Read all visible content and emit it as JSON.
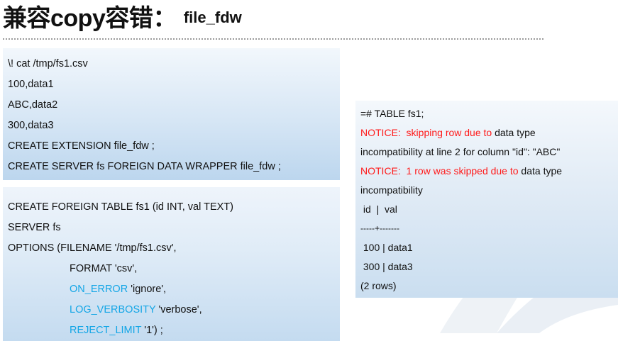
{
  "title": {
    "main": "兼容copy容错：",
    "sub": "file_fdw"
  },
  "panel_top": {
    "lines": [
      "\\! cat /tmp/fs1.csv",
      "100,data1",
      "ABC,data2",
      "300,data3",
      "CREATE EXTENSION file_fdw ;",
      "CREATE SERVER fs FOREIGN DATA WRAPPER file_fdw ;"
    ]
  },
  "panel_table": {
    "line1": "CREATE FOREIGN TABLE fs1 (id INT, val TEXT)",
    "line2": "SERVER fs",
    "line3": "OPTIONS (FILENAME '/tmp/fs1.csv',",
    "line4": "FORMAT 'csv',",
    "opt_on_error_key": "ON_ERROR",
    "opt_on_error_val": " 'ignore',",
    "opt_log_key": "LOG_VERBOSITY",
    "opt_log_val": " 'verbose',",
    "opt_reject_key": "REJECT_LIMIT",
    "opt_reject_val": " '1') ;"
  },
  "panel_output": {
    "cmd": "=# TABLE fs1;",
    "notice1_red": "NOTICE:  skipping row due to",
    "notice1_black": " data type",
    "notice1_cont": "incompatibility at line 2 for column \"id\": \"ABC\"",
    "notice2_red": "NOTICE:  1 row was skipped due to",
    "notice2_black": " data type",
    "notice2_cont": "incompatibility",
    "header": " id  |  val",
    "separator": "-----+-------",
    "row1": " 100 | data1",
    "row2": " 300 | data3",
    "footer": "(2 rows)"
  },
  "colors": {
    "highlight": "#14a6e6",
    "notice": "#ff1a1a"
  }
}
